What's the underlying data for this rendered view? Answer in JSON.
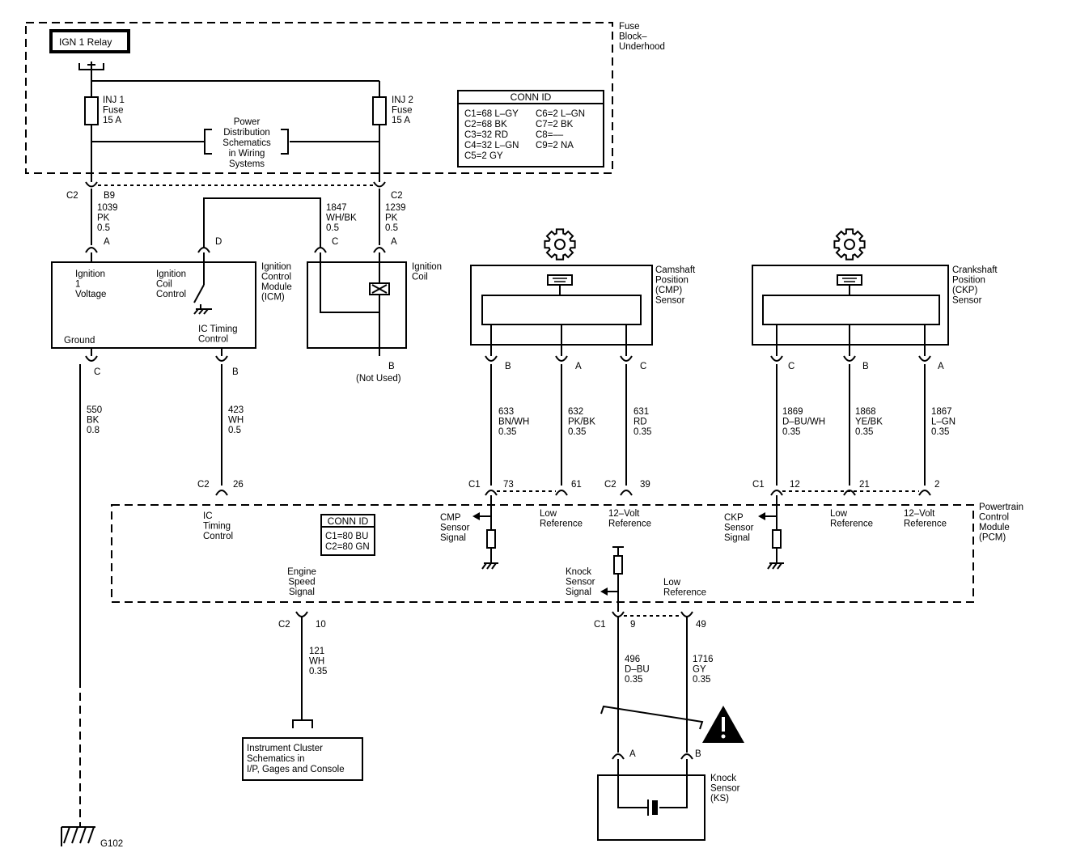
{
  "fuse_block": {
    "name": [
      "Fuse",
      "Block–",
      "Underhood"
    ]
  },
  "relay": {
    "label": "IGN 1 Relay"
  },
  "fuse_inj1": {
    "lines": [
      "INJ 1",
      "Fuse",
      "15 A"
    ]
  },
  "fuse_inj2": {
    "lines": [
      "INJ 2",
      "Fuse",
      "15 A"
    ]
  },
  "power_dist_ref": {
    "lines": [
      "Power",
      "Distribution",
      "Schematics",
      "in Wiring",
      "Systems"
    ]
  },
  "conn_id_top": {
    "title": "CONN ID",
    "rows": [
      [
        "C1=68 L–GY",
        "C6=2 L–GN"
      ],
      [
        "C2=68 BK",
        "C7=2 BK"
      ],
      [
        "C3=32 RD",
        "C8=––"
      ],
      [
        "C4=32 L–GN",
        "C9=2 NA"
      ],
      [
        "C5=2 GY",
        ""
      ]
    ]
  },
  "conn_id_pcm": {
    "title": "CONN ID",
    "rows": [
      "C1=80 BU",
      "C2=80 GN"
    ]
  },
  "connectors": {
    "c2": "C2",
    "c1": "C1",
    "b9": "B9",
    "pin_a": "A",
    "pin_b": "B",
    "pin_c": "C",
    "pin_d": "D",
    "n26": "26",
    "n73": "73",
    "n61": "61",
    "n39": "39",
    "n12": "12",
    "n21": "21",
    "n2": "2",
    "n10": "10",
    "n9": "9",
    "n49": "49"
  },
  "wires": {
    "w1039": [
      "1039",
      "PK",
      "0.5"
    ],
    "w1847": [
      "1847",
      "WH/BK",
      "0.5"
    ],
    "w1239": [
      "1239",
      "PK",
      "0.5"
    ],
    "w550": [
      "550",
      "BK",
      "0.8"
    ],
    "w423": [
      "423",
      "WH",
      "0.5"
    ],
    "w633": [
      "633",
      "BN/WH",
      "0.35"
    ],
    "w632": [
      "632",
      "PK/BK",
      "0.35"
    ],
    "w631": [
      "631",
      "RD",
      "0.35"
    ],
    "w1869": [
      "1869",
      "D–BU/WH",
      "0.35"
    ],
    "w1868": [
      "1868",
      "YE/BK",
      "0.35"
    ],
    "w1867": [
      "1867",
      "L–GN",
      "0.35"
    ],
    "w121": [
      "121",
      "WH",
      "0.35"
    ],
    "w496": [
      "496",
      "D–BU",
      "0.35"
    ],
    "w1716": [
      "1716",
      "GY",
      "0.35"
    ]
  },
  "icm": {
    "name": [
      "Ignition",
      "Control",
      "Module",
      "(ICM)"
    ],
    "ign_voltage": [
      "Ignition",
      "1",
      "Voltage"
    ],
    "coil_control": [
      "Ignition",
      "Coil",
      "Control"
    ],
    "ground": "Ground",
    "ic_timing": [
      "IC Timing",
      "Control"
    ]
  },
  "ignition_coil": {
    "name": [
      "Ignition",
      "Coil"
    ],
    "not_used": "(Not Used)"
  },
  "cmp_sensor": {
    "name": [
      "Camshaft",
      "Position",
      "(CMP)",
      "Sensor"
    ]
  },
  "ckp_sensor": {
    "name": [
      "Crankshaft",
      "Position",
      "(CKP)",
      "Sensor"
    ]
  },
  "pcm": {
    "name": [
      "Powertrain",
      "Control",
      "Module",
      "(PCM)"
    ],
    "ic_timing": [
      "IC",
      "Timing",
      "Control"
    ],
    "cmp_signal": [
      "CMP",
      "Sensor",
      "Signal"
    ],
    "low_ref": [
      "Low",
      "Reference"
    ],
    "volt_ref": [
      "12–Volt",
      "Reference"
    ],
    "ckp_signal": [
      "CKP",
      "Sensor",
      "Signal"
    ],
    "engine_speed": [
      "Engine",
      "Speed",
      "Signal"
    ],
    "knock_signal": [
      "Knock",
      "Sensor",
      "Signal"
    ],
    "low_ref_ks": [
      "Low",
      "Reference"
    ]
  },
  "instrument_cluster": {
    "lines": [
      "Instrument Cluster",
      "Schematics in",
      "I/P, Gages and Console"
    ]
  },
  "knock_sensor": {
    "name": [
      "Knock",
      "Sensor",
      "(KS)"
    ]
  },
  "ground_point": {
    "label": "G102"
  }
}
